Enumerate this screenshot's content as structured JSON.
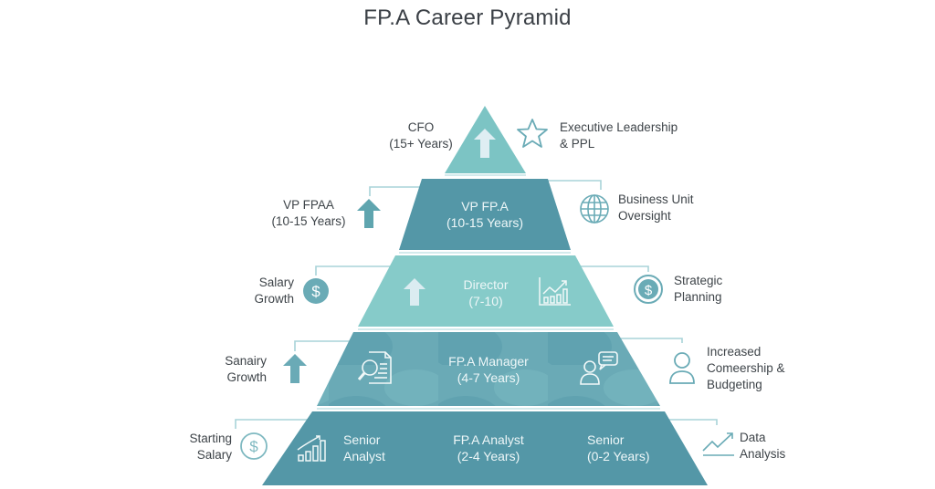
{
  "title": "FP.A Career Pyramid",
  "colors": {
    "tier_top": "#7cc4c4",
    "tier_dark": "#5497a7",
    "tier_light": "#86cbc9",
    "tier_mid": "#6aaab6",
    "icon_teal": "#6aabb6",
    "connector": "#a8d3d8",
    "text": "#3e4449"
  },
  "tiers": [
    {
      "level": 1,
      "inside": [],
      "left_label": {
        "line1": "CFO",
        "line2": "(15+ Years)"
      },
      "right_label": {
        "line1": "Executive Leadership",
        "line2": "& PPL"
      },
      "inside_icon": "up-arrow-icon",
      "right_icon": "star-icon"
    },
    {
      "level": 2,
      "inside": [
        {
          "line1": "VP FP.A",
          "line2": "(10-15 Years)"
        }
      ],
      "left_label": {
        "line1": "VP FPAA",
        "line2": "(10-15 Years)"
      },
      "left_icon": "up-arrow-icon",
      "right_label": {
        "line1": "Business Unit",
        "line2": "Oversight"
      },
      "right_icon": "globe-icon"
    },
    {
      "level": 3,
      "inside": [
        {
          "line1": "Director",
          "line2": "(7-10)"
        }
      ],
      "inside_icons": [
        "up-arrow-icon",
        "growth-chart-icon"
      ],
      "left_label": {
        "line1": "Salary",
        "line2": "Growth"
      },
      "left_icon": "dollar-icon",
      "right_label": {
        "line1": "Strategic",
        "line2": "Planning"
      },
      "right_icon": "dollar-circle-icon"
    },
    {
      "level": 4,
      "inside": [
        {
          "line1": "FP.A Manager",
          "line2": "(4-7 Years)"
        }
      ],
      "inside_icons": [
        "document-search-icon",
        "person-chat-icon"
      ],
      "left_label": {
        "line1": "Sanairy",
        "line2": "Growth"
      },
      "left_icon": "up-arrow-icon",
      "right_label": {
        "line1": "Increased",
        "line2": "Comeership &",
        "line3": "Budgeting"
      },
      "right_icon": "user-icon"
    },
    {
      "level": 5,
      "inside": [
        {
          "line1": "Senior",
          "line2": "Analyst"
        },
        {
          "line1": "FP.A Analyst",
          "line2": "(2-4 Years)"
        },
        {
          "line1": "Senior",
          "line2": "(0-2 Years)"
        }
      ],
      "inside_icons": [
        "bar-chart-growth-icon"
      ],
      "left_label": {
        "line1": "Starting",
        "line2": "Salary"
      },
      "left_icon": "dollar-circle-icon",
      "right_label": {
        "line1": "Data",
        "line2": "Analysis"
      },
      "right_icon": "trend-line-icon"
    }
  ]
}
